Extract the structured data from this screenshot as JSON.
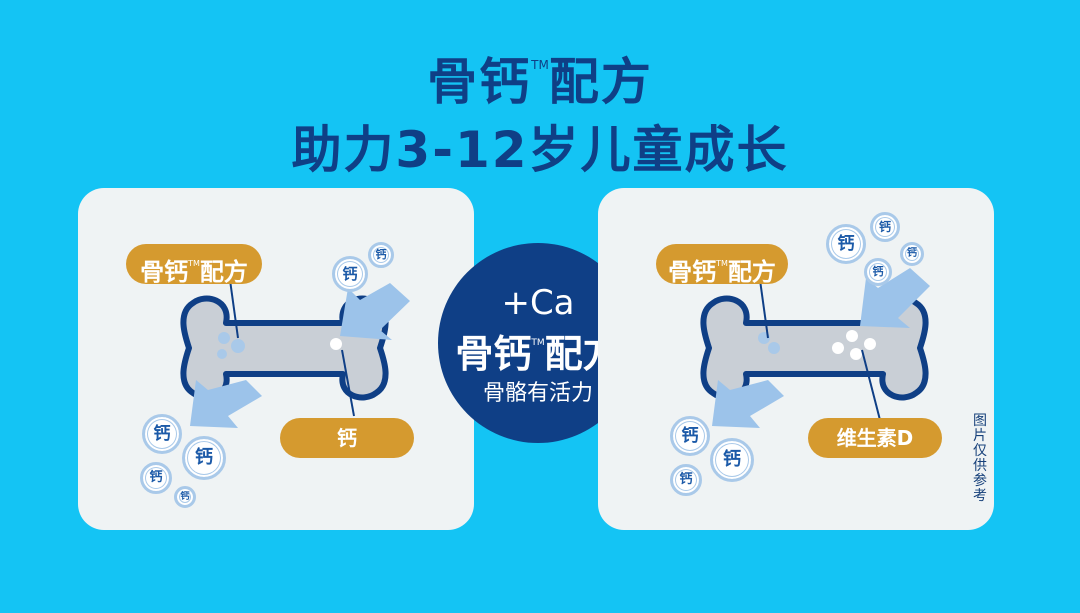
{
  "headline": {
    "brand": "骨钙",
    "tm": "TM",
    "suffix": "配方",
    "line2": "助力3-12岁儿童成长"
  },
  "left_panel": {
    "tag_brand": "骨钙",
    "tag_tm": "TM",
    "tag_suffix": "配方",
    "tag_calcium": "钙",
    "bubble_text": "钙"
  },
  "center_badge": {
    "line1": "+Ca",
    "brand": "骨钙",
    "tm": "TM",
    "suffix": "配方",
    "line3": "骨骼有活力"
  },
  "right_panel": {
    "tag_brand": "骨钙",
    "tag_tm": "TM",
    "tag_suffix": "配方",
    "tag_vitd": "维生素D",
    "bubble_text": "钙"
  },
  "disclaimer": "图片仅供参考",
  "colors": {
    "background": "#14c4f4",
    "navy": "#0f3f86",
    "gold": "#d59a2f",
    "panel": "#eff3f4",
    "bone_fill": "#c9cfd6",
    "arrow": "#9cc3ea"
  }
}
